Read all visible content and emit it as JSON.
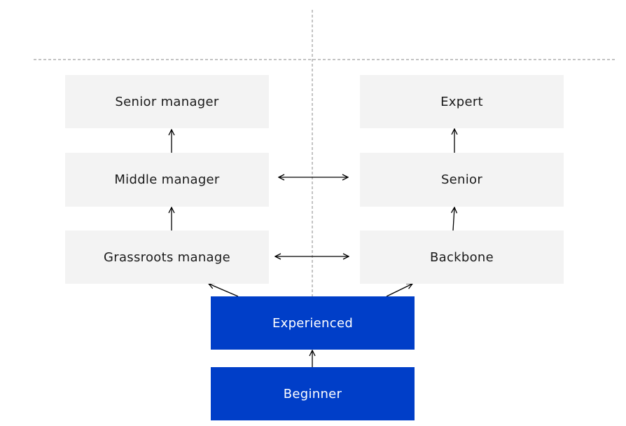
{
  "diagram": {
    "management_track": {
      "senior_manager": "Senior manager",
      "middle_manager": "Middle manager",
      "grassroots_manager": "Grassroots manage"
    },
    "professional_track": {
      "expert": "Expert",
      "senior": "Senior",
      "backbone": "Backbone"
    },
    "base": {
      "experienced": "Experienced",
      "beginner": "Beginner"
    }
  },
  "colors": {
    "light_box": "#f3f3f3",
    "dark_box": "#003ec8",
    "arrow": "#000000",
    "guide_line": "#888888"
  }
}
